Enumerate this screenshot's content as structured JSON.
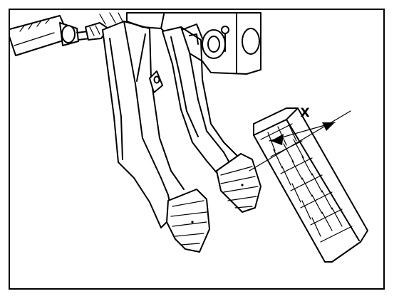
{
  "diagram": {
    "labels": {
      "pedal_clearance_dimension": "X"
    },
    "colors": {
      "line": "#000000",
      "background": "#ffffff"
    },
    "parts": [
      "push-rod-cylinder",
      "mounting-bracket",
      "clutch-pedal",
      "brake-pedal",
      "accelerator-pedal"
    ]
  }
}
